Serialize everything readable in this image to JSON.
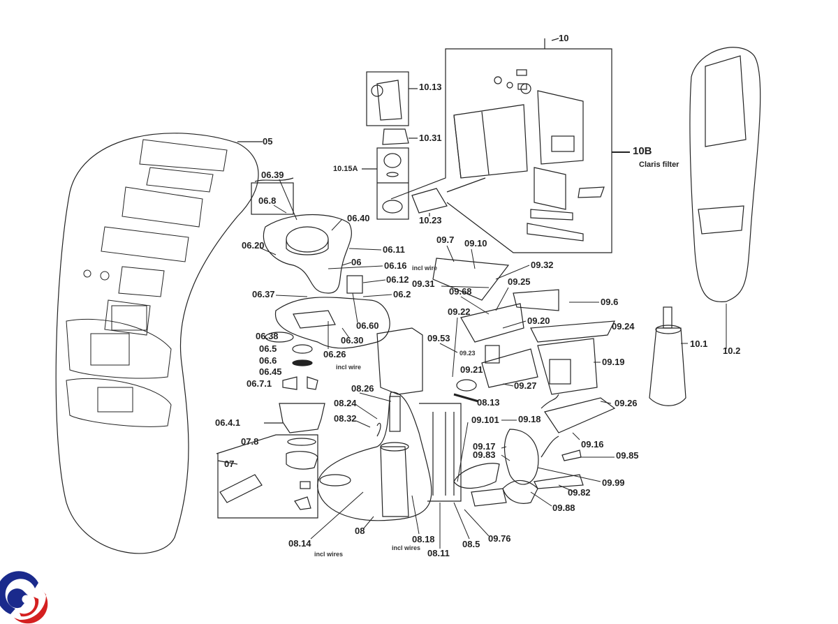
{
  "diagram": {
    "labels": {
      "l10": "10",
      "l10_13": "10.13",
      "l10_31": "10.31",
      "l10B": "10B",
      "claris": "Claris filter",
      "l10_15A": "10.15A",
      "l10_23": "10.23",
      "l05": "05",
      "l06_39": "06.39",
      "l06_8": "06.8",
      "l06_40": "06.40",
      "l06_20": "06.20",
      "l06_11": "06.11",
      "l06": "06",
      "l06_16": "06.16",
      "l06_16_note": "incl wire",
      "l06_12": "06.12",
      "l06_2": "06.2",
      "l06_37": "06.37",
      "l06_60": "06.60",
      "l06_30": "06.30",
      "l06_38": "06.38",
      "l06_5": "06.5",
      "l06_26": "06.26",
      "l06_26_note": "incl wire",
      "l06_6": "06.6",
      "l06_45": "06.45",
      "l06_7_1": "06.7.1",
      "l06_4_1": "06.4.1",
      "l07_8": "07.8",
      "l07": "07",
      "l09_7": "09.7",
      "l09_10": "09.10",
      "l09_32": "09.32",
      "l09_31": "09.31",
      "l09_25": "09.25",
      "l09_68": "09.68",
      "l09_6": "09.6",
      "l09_22": "09.22",
      "l09_20": "09.20",
      "l09_24": "09.24",
      "l09_53": "09.53",
      "l09_23": "09.23",
      "l09_19": "09.19",
      "l09_21": "09.21",
      "l09_27": "09.27",
      "l08_13": "08.13",
      "l09_26": "09.26",
      "l08_26": "08.26",
      "l08_24": "08.24",
      "l08_32": "08.32",
      "l09_101": "09.101",
      "l09_18": "09.18",
      "l09_16": "09.16",
      "l09_17": "09.17",
      "l09_83": "09.83",
      "l09_85": "09.85",
      "l09_99": "09.99",
      "l09_82": "09.82",
      "l09_88": "09.88",
      "l08_14": "08.14",
      "l08_14_note": "incl wires",
      "l08": "08",
      "l08_18": "08.18",
      "l08_18_note": "incl wires",
      "l08_5": "08.5",
      "l09_76": "09.76",
      "l08_11": "08.11",
      "l10_1": "10.1",
      "l10_2": "10.2"
    },
    "colors": {
      "line": "#222222",
      "logo_blue": "#1a2a8c",
      "logo_red": "#d42020"
    }
  }
}
